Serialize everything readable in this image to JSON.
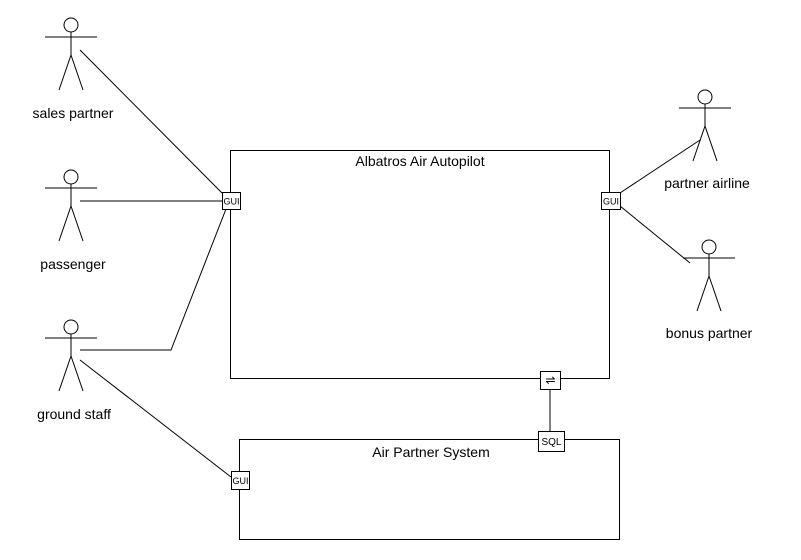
{
  "diagram": {
    "components": {
      "main": {
        "title": "Albatros Air Autopilot"
      },
      "partner_system": {
        "title": "Air Partner System"
      }
    },
    "ports": {
      "main_left": "GUI",
      "main_right": "GUI",
      "main_bottom": "⇌",
      "partner_top": "SQL",
      "partner_left": "GUI"
    },
    "actors": {
      "sales_partner": "sales partner",
      "passenger": "passenger",
      "ground_staff": "ground staff",
      "partner_airline": "partner airline",
      "bonus_partner": "bonus partner"
    }
  }
}
